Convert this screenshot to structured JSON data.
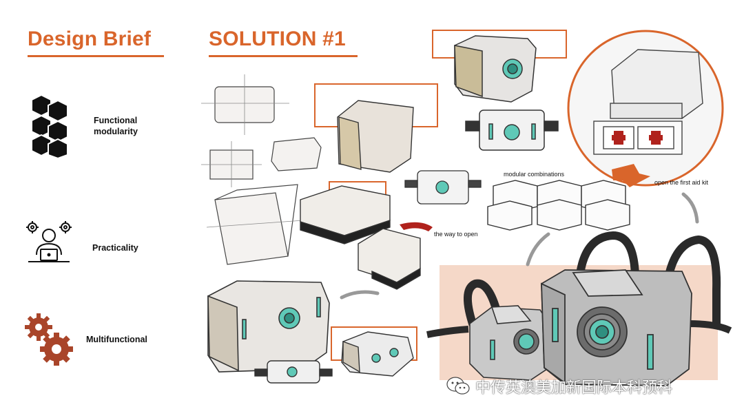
{
  "brief": {
    "title": "Design Brief",
    "items": [
      {
        "label": "Functional modularity",
        "icon": "hexagon-stack-icon"
      },
      {
        "label": "Practicality",
        "icon": "user-laptop-gears-icon"
      },
      {
        "label": "Multifunctional",
        "icon": "gears-icon"
      }
    ]
  },
  "solution": {
    "title": "SOLUTION #1",
    "annotations": {
      "way_to_open": "the way to open",
      "modular": "modular combinations",
      "open_kit": "open the first aid kit"
    }
  },
  "watermark": {
    "text": "中传英澳美加新国际本科预科",
    "icon": "wechat-icon"
  },
  "colors": {
    "accent": "#d9652b",
    "gear": "#a9452a",
    "highlight_bg": "#f5d8c8",
    "teal": "#5fc9b7"
  }
}
